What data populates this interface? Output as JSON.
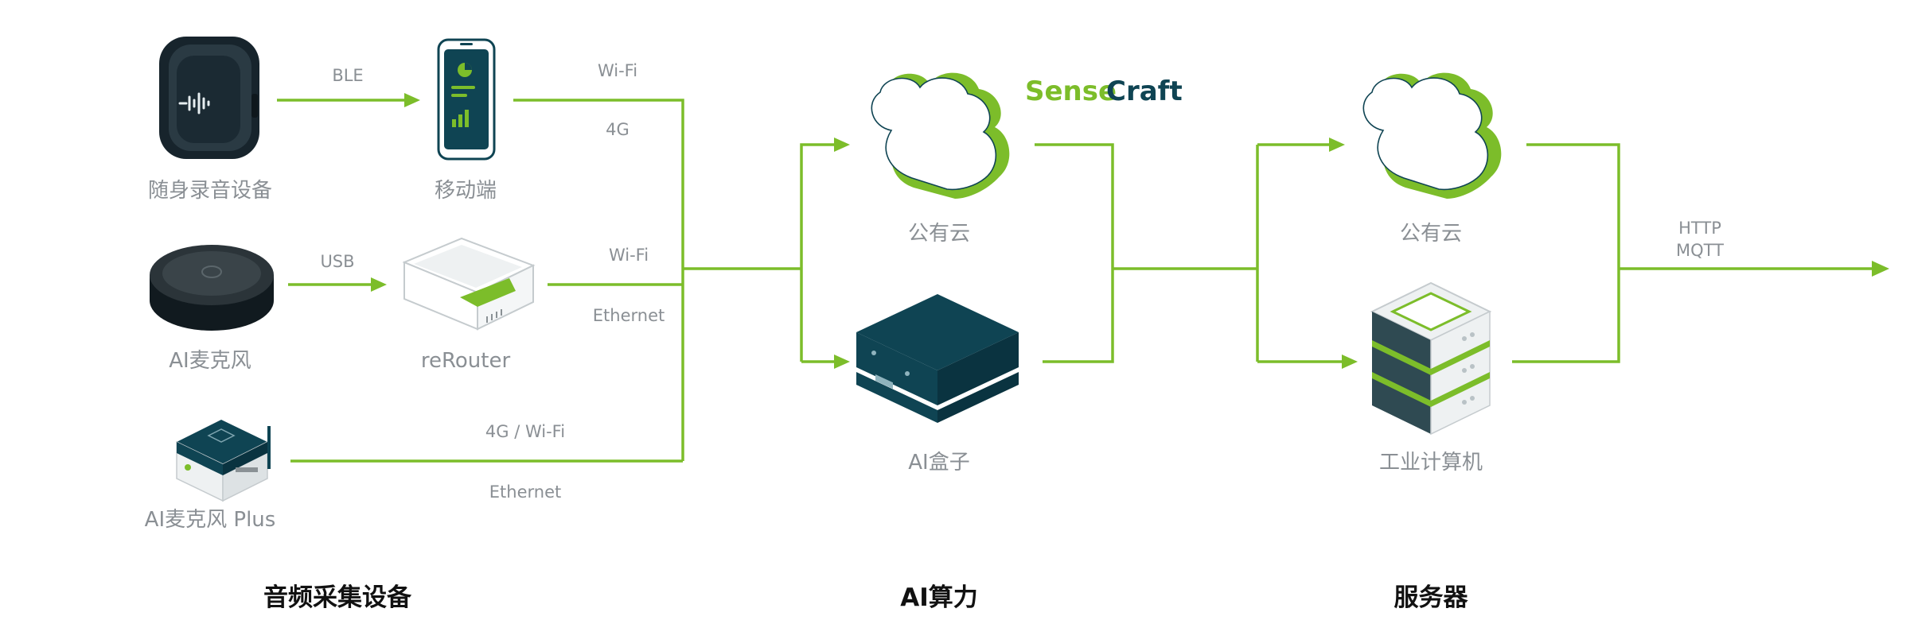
{
  "colors": {
    "accent": "#7cbd2a",
    "label": "#8a8f94",
    "device_dark": "#0f4453",
    "text_dark": "#111111"
  },
  "devices": {
    "recorder": "随身录音设备",
    "mobile": "移动端",
    "ai_mic": "AI麦克风",
    "rerouter": "reRouter",
    "ai_mic_plus": "AI麦克风 Plus",
    "public_cloud_1": "公有云",
    "ai_box": "AI盒子",
    "public_cloud_2": "公有云",
    "industrial_pc": "工业计算机"
  },
  "logo_text": {
    "part1": "Sense",
    "part2": "Craft"
  },
  "edges": {
    "ble": "BLE",
    "usb": "USB",
    "wifi_1": "Wi-Fi",
    "g4": "4G",
    "wifi_2": "Wi-Fi",
    "ethernet_1": "Ethernet",
    "g4_wifi": "4G / Wi-Fi",
    "ethernet_2": "Ethernet",
    "http": "HTTP",
    "mqtt": "MQTT"
  },
  "categories": {
    "audio": "音频采集设备",
    "ai": "AI算力",
    "server": "服务器"
  },
  "icons": [
    "recorder-device-icon",
    "smartphone-icon",
    "speakerphone-icon",
    "router-icon",
    "mini-pc-icon",
    "cloud-icon",
    "ai-box-icon",
    "server-icon"
  ]
}
